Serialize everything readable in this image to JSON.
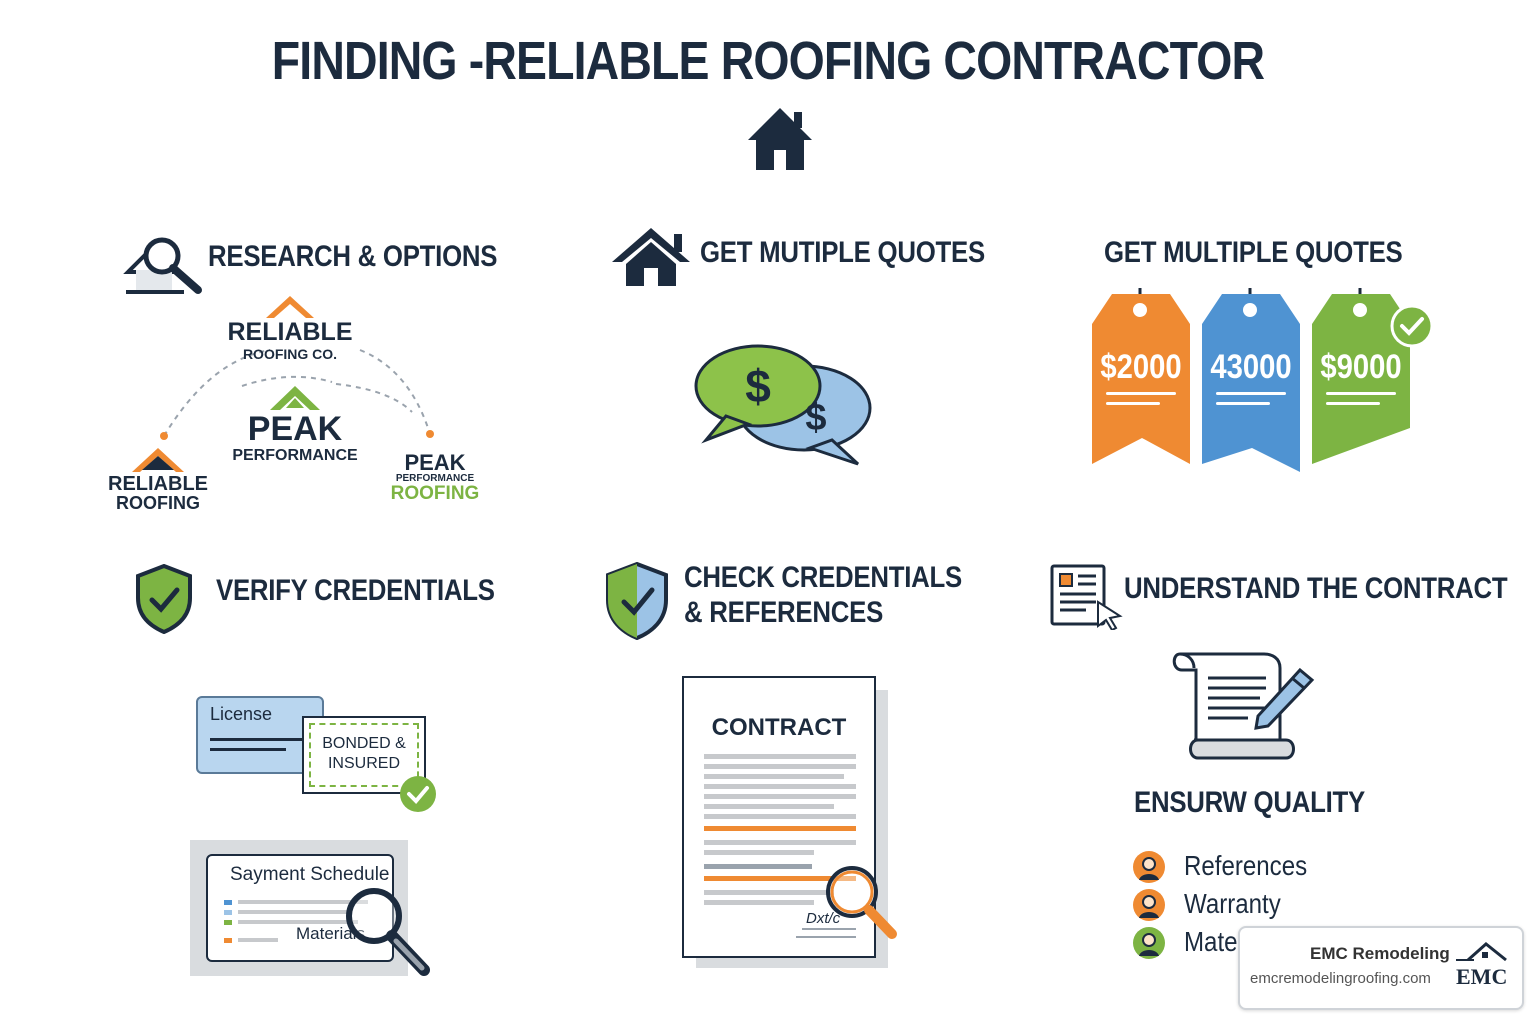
{
  "header": {
    "title": "FINDING -RELIABLE ROOFING CONTRACTOR",
    "icon": "house-icon"
  },
  "sections": {
    "research": {
      "title": "RESEARCH & OPTIONS",
      "icon": "magnifier-house-icon",
      "brands": {
        "top_line1": "RELIABLE",
        "top_line2": "ROOFING CO.",
        "center_line1": "PEAK",
        "center_line2": "PERFORMANCE",
        "left_line1": "RELIABLE",
        "left_line2": "ROOFING",
        "right_line1": "PEAK",
        "right_line2": "PERFORMANCE",
        "right_line3": "ROOFING"
      }
    },
    "quotes_middle": {
      "title": "GET MUTIPLE QUOTES",
      "icon": "house-icon",
      "illustration": "speech-bubbles-dollar-icon",
      "bubble1": "$",
      "bubble2": "$"
    },
    "quotes_right": {
      "title": "GET MULTIPLE QUOTES",
      "tags": [
        {
          "price": "$2000",
          "color": "#ef8a32"
        },
        {
          "price": "43000",
          "color": "#4f93d2"
        },
        {
          "price": "$9000",
          "color": "#7db443"
        }
      ]
    },
    "verify": {
      "title": "VERIFY CREDENTIALS",
      "icon": "shield-check-icon",
      "license_label": "License",
      "bonded_line1": "BONDED &",
      "bonded_line2": "INSURED",
      "schedule_title": "Sayment Schedule",
      "schedule_item": "Materials"
    },
    "check": {
      "title_line1": "CHECK CREDENTIALS",
      "title_line2": "& REFERENCES",
      "icon": "shield-check-icon",
      "contract_title": "CONTRACT",
      "signature": "Dxt/c"
    },
    "contract": {
      "title": "UNDERSTAND THE CONTRACT",
      "icon": "document-cursor-icon",
      "illustration": "scroll-pen-icon",
      "quality_title": "ENSURW QUALITY",
      "items": [
        "References",
        "Warranty",
        "Materials"
      ]
    }
  },
  "footer": {
    "company": "EMC Remodeling",
    "url": "emcremodelingroofing.com",
    "logo_text": "EMC"
  },
  "colors": {
    "navy": "#1c2b3e",
    "orange": "#ef8a32",
    "blue": "#4f93d2",
    "green": "#7db443"
  }
}
